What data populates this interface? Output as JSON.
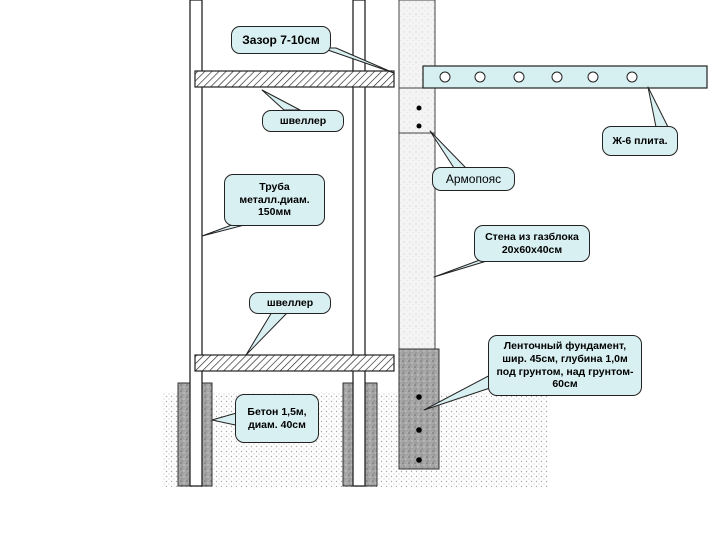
{
  "labels": {
    "gap": "Зазор 7-10см",
    "channel_top": "швеллер",
    "pipe": "Труба металл.диам. 150мм",
    "channel_bottom": "швеллер",
    "concrete": "Бетон 1,5м, диам. 40см",
    "slab": "Ж-6 плита.",
    "armopoyas": "Армопояс",
    "wall": "Стена из газблока 20х60х40см",
    "foundation": "Ленточный фундамент, шир. 45см, глубина 1,0м под грунтом, над грунтом- 60см"
  },
  "colors": {
    "callout_fill": "#d9f0f2",
    "slab_fill": "#d6eff1",
    "concrete_fill": "#9a9a9a",
    "ground_dots": "#999999",
    "outline": "#222222"
  }
}
